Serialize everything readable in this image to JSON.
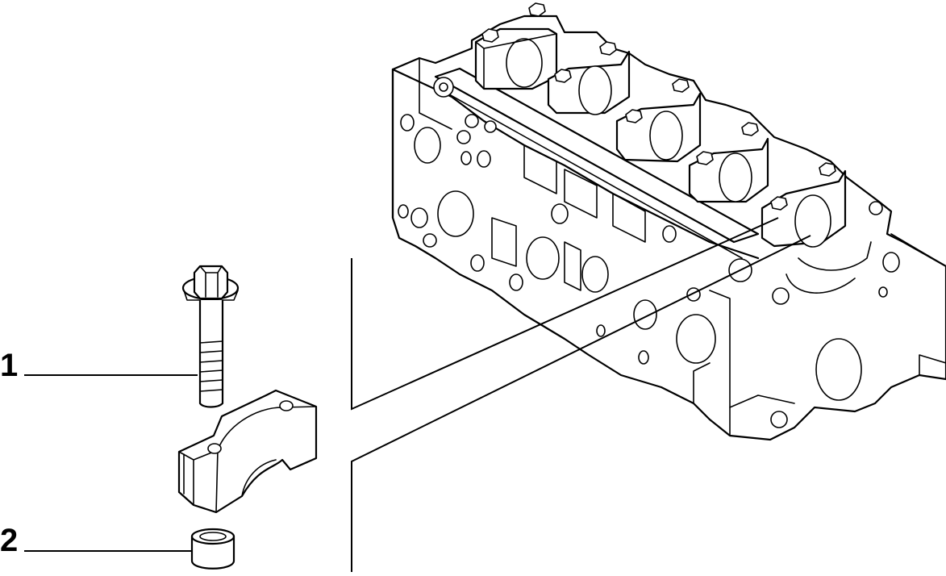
{
  "callouts": [
    {
      "id": "1",
      "label": "1",
      "part": "bolt"
    },
    {
      "id": "2",
      "label": "2",
      "part": "bushing"
    }
  ],
  "colors": {
    "line": "#000000",
    "background": "#ffffff"
  },
  "icons": [
    "cylinder-head-illustration",
    "cap-bolt-illustration",
    "camshaft-bearing-cap-illustration",
    "dowel-bushing-illustration"
  ]
}
